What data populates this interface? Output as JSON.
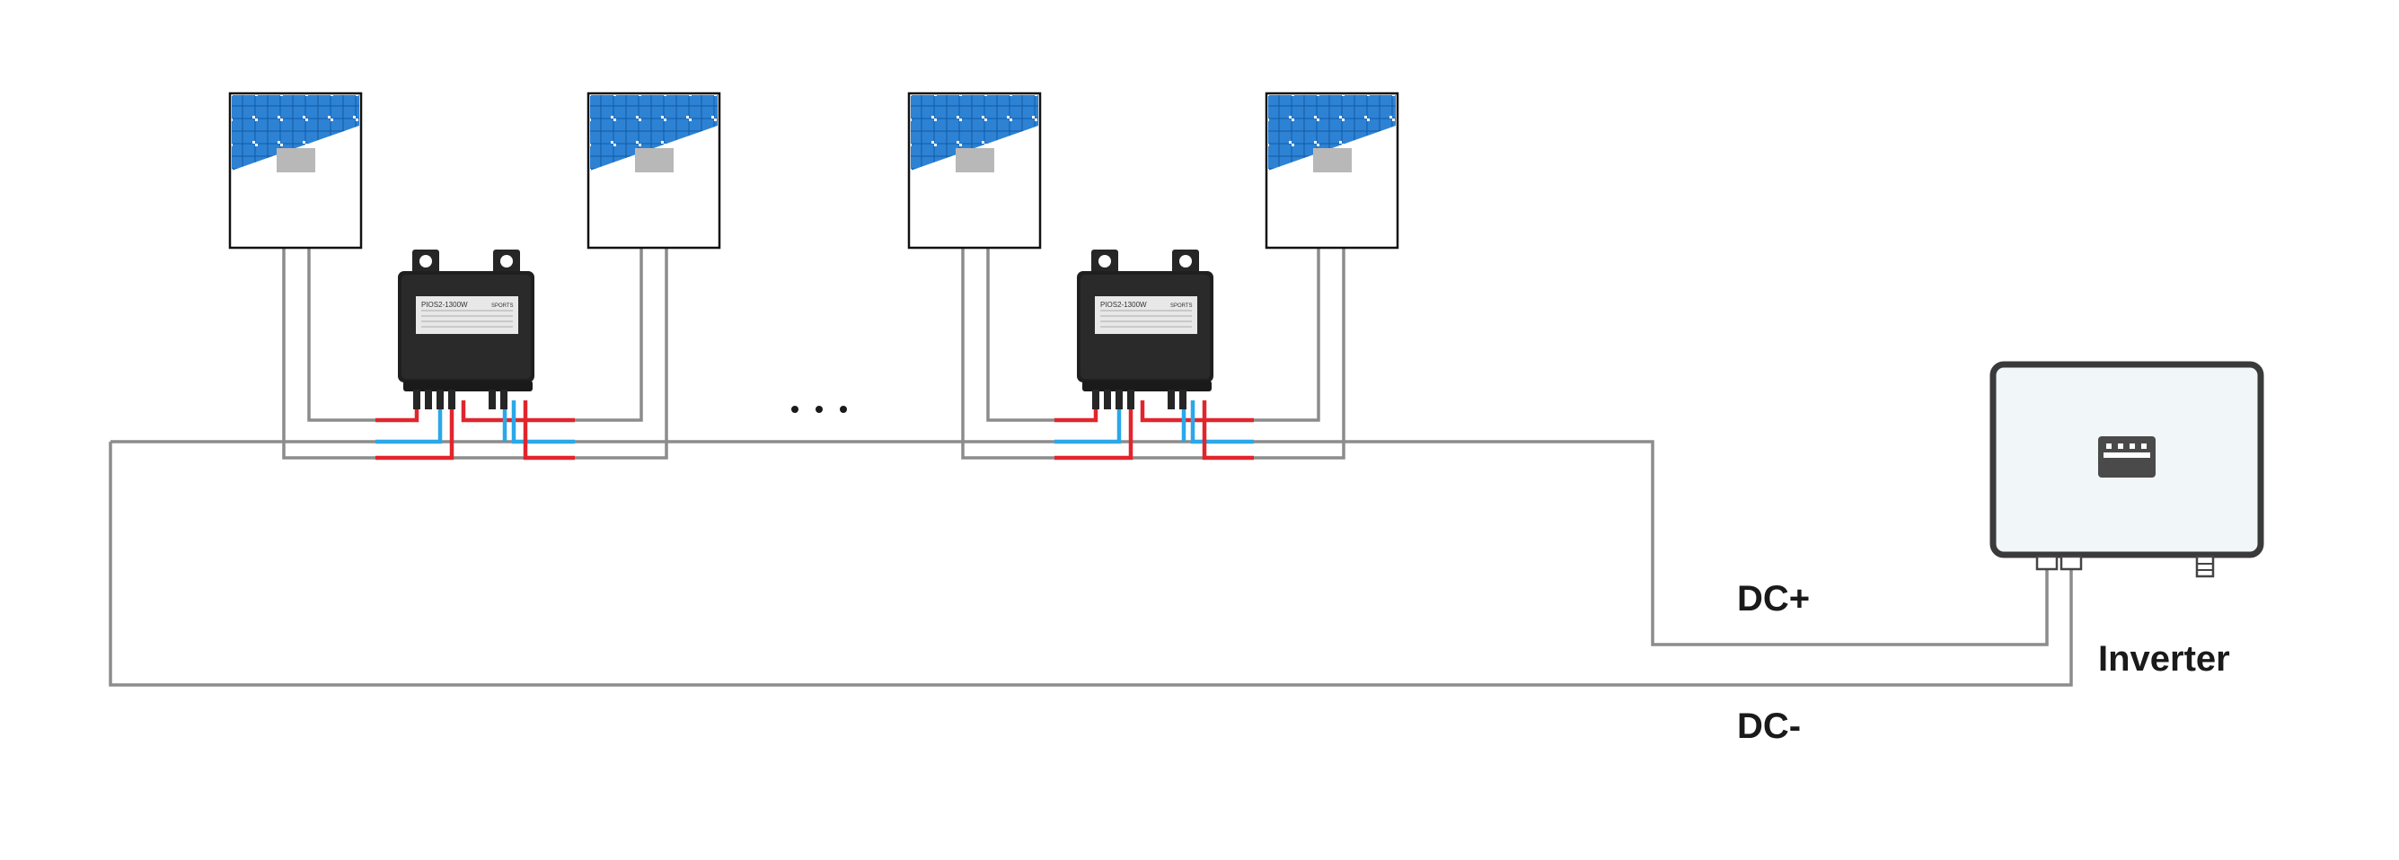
{
  "labels": {
    "dc_plus": "DC+",
    "dc_minus": "DC-",
    "inverter": "Inverter",
    "ellipsis": "• • •"
  },
  "devices": {
    "optimizer_model": "PIOS2-1300W",
    "optimizer_brand": "SPORTS"
  },
  "colors": {
    "cable": "#8c8c8c",
    "positive": "#e0262c",
    "negative": "#2aa8e8",
    "panel_cell": "#1d6fc0",
    "optimizer_body": "#1f1f1f",
    "inverter_body": "#f1f6f9"
  },
  "icons": [
    "solar-panel-icon",
    "optimizer-icon",
    "inverter-icon",
    "display-icon"
  ]
}
